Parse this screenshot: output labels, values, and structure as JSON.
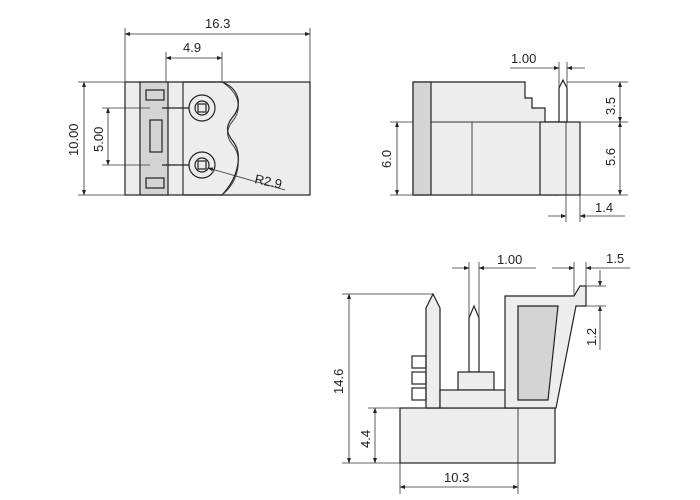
{
  "views": {
    "front": {
      "dims": {
        "overall_width": "16.3",
        "pitch_top": "4.9",
        "overall_height": "10.00",
        "pitch": "5.00",
        "radius": "R2.9"
      }
    },
    "side": {
      "dims": {
        "pin_width": "1.00",
        "upper_height": "3.5",
        "lower_height": "5.6",
        "body_height": "6.0",
        "pin_offset": "1.4"
      }
    },
    "section": {
      "dims": {
        "pin_width": "1.00",
        "latch_width": "1.5",
        "latch_height": "1.2",
        "total_height": "14.6",
        "base_height": "4.4",
        "base_width": "10.3"
      }
    }
  }
}
